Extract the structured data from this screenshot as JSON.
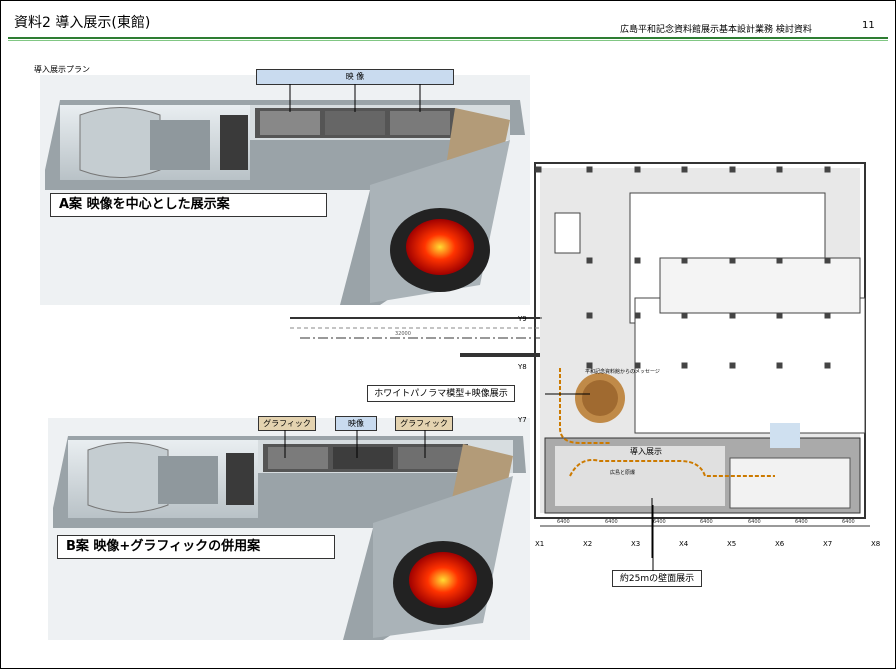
{
  "header": {
    "title": "資料2 導入展示(東館)",
    "subtitle": "広島平和記念資料館展示基本設計業務 検討資料",
    "page": "11"
  },
  "plan_label": "導入展示プラン",
  "case_a": {
    "label": "A案 映像を中心とした展示案",
    "video_tag": "映 像"
  },
  "case_b": {
    "label": "B案 映像+グラフィックの併用案",
    "tags": [
      "グラフィック",
      "映像",
      "グラフィック"
    ]
  },
  "floorplan": {
    "callout_panorama": "ホワイトパノラマ模型+映像展示",
    "callout_wall": "約25mの壁面展示",
    "zone_label": "導入展示",
    "small_label": "広島と原爆",
    "message_label": "平和記念資料館からのメッセージ",
    "y_labels": [
      "Y9",
      "Y8",
      "Y7"
    ],
    "x_labels": [
      "X1",
      "X2",
      "X3",
      "X4",
      "X5",
      "X6",
      "X7",
      "X8"
    ],
    "span": "6400",
    "span_total": "32000"
  },
  "colors": {
    "header_line": "#2e7d32",
    "video_tag": "#c9dbef",
    "graphic_tag": "#e4d3b0"
  }
}
